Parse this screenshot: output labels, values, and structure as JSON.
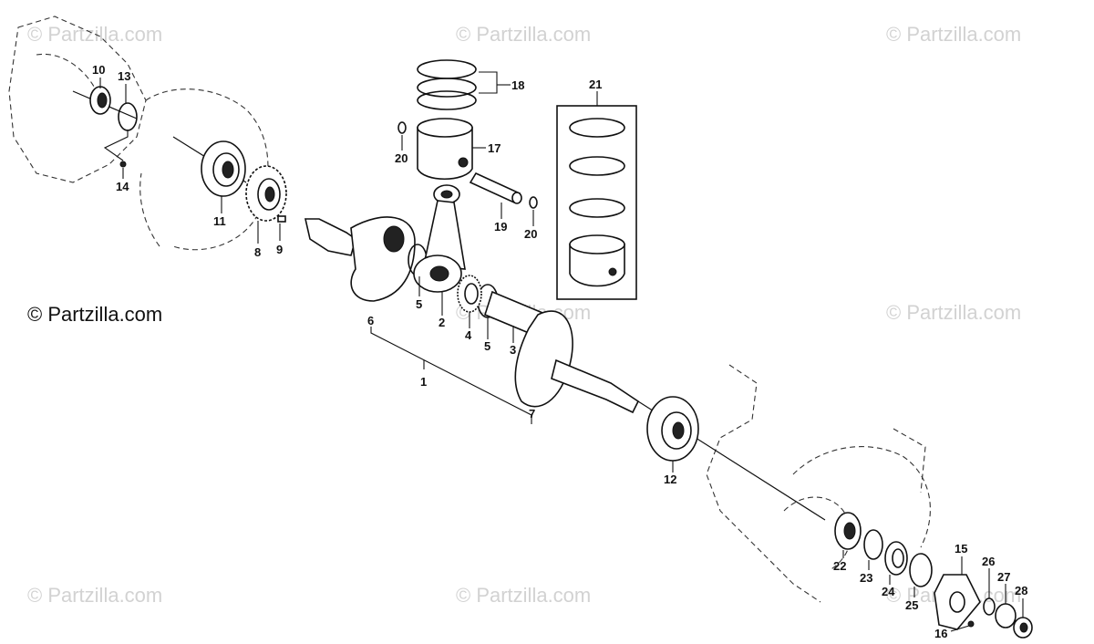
{
  "watermarks": {
    "faint": "© Partzilla.com",
    "prominent": "© Partzilla.com"
  },
  "parts": {
    "p1": "1",
    "p2": "2",
    "p3": "3",
    "p4": "4",
    "p5a": "5",
    "p5b": "5",
    "p6": "6",
    "p7": "7",
    "p8": "8",
    "p9": "9",
    "p10": "10",
    "p11": "11",
    "p12": "12",
    "p13": "13",
    "p14": "14",
    "p15": "15",
    "p16": "16",
    "p17": "17",
    "p18": "18",
    "p19": "19",
    "p20a": "20",
    "p20b": "20",
    "p21": "21",
    "p22": "22",
    "p23": "23",
    "p24": "24",
    "p25": "25",
    "p26": "26",
    "p27": "27",
    "p28": "28"
  }
}
